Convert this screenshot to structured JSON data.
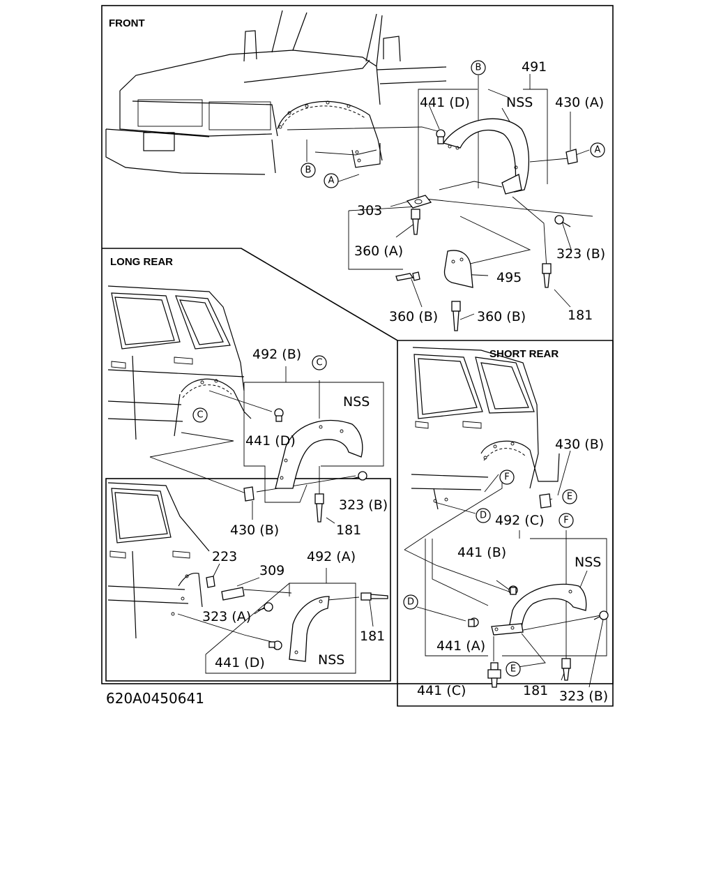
{
  "sections": {
    "front": "FRONT",
    "long_rear": "LONG REAR",
    "short_rear": "SHORT REAR"
  },
  "drawing_code": "620A0450641",
  "front_labels": {
    "l491": "491",
    "l441d": "441 (D)",
    "nss": "NSS",
    "l430a": "430 (A)",
    "l303": "303",
    "l360a": "360 (A)",
    "l323b": "323 (B)",
    "l495": "495",
    "l360b_left": "360 (B)",
    "l360b_right": "360 (B)",
    "l181": "181"
  },
  "long_rear_labels": {
    "l492b": "492 (B)",
    "nss": "NSS",
    "l441d": "441 (D)",
    "l323b": "323 (B)",
    "l430b": "430 (B)",
    "l181": "181",
    "l223": "223",
    "l309": "309",
    "l492a": "492 (A)",
    "l323a": "323 (A)",
    "l181b": "181",
    "l441d_b": "441 (D)",
    "nss_b": "NSS"
  },
  "short_rear_labels": {
    "l430b": "430 (B)",
    "l492c": "492 (C)",
    "l441b": "441 (B)",
    "nss": "NSS",
    "l441a": "441 (A)",
    "l441c": "441 (C)",
    "l181": "181",
    "l323b": "323 (B)"
  },
  "callouts": [
    "A",
    "B",
    "C",
    "D",
    "E",
    "F"
  ]
}
